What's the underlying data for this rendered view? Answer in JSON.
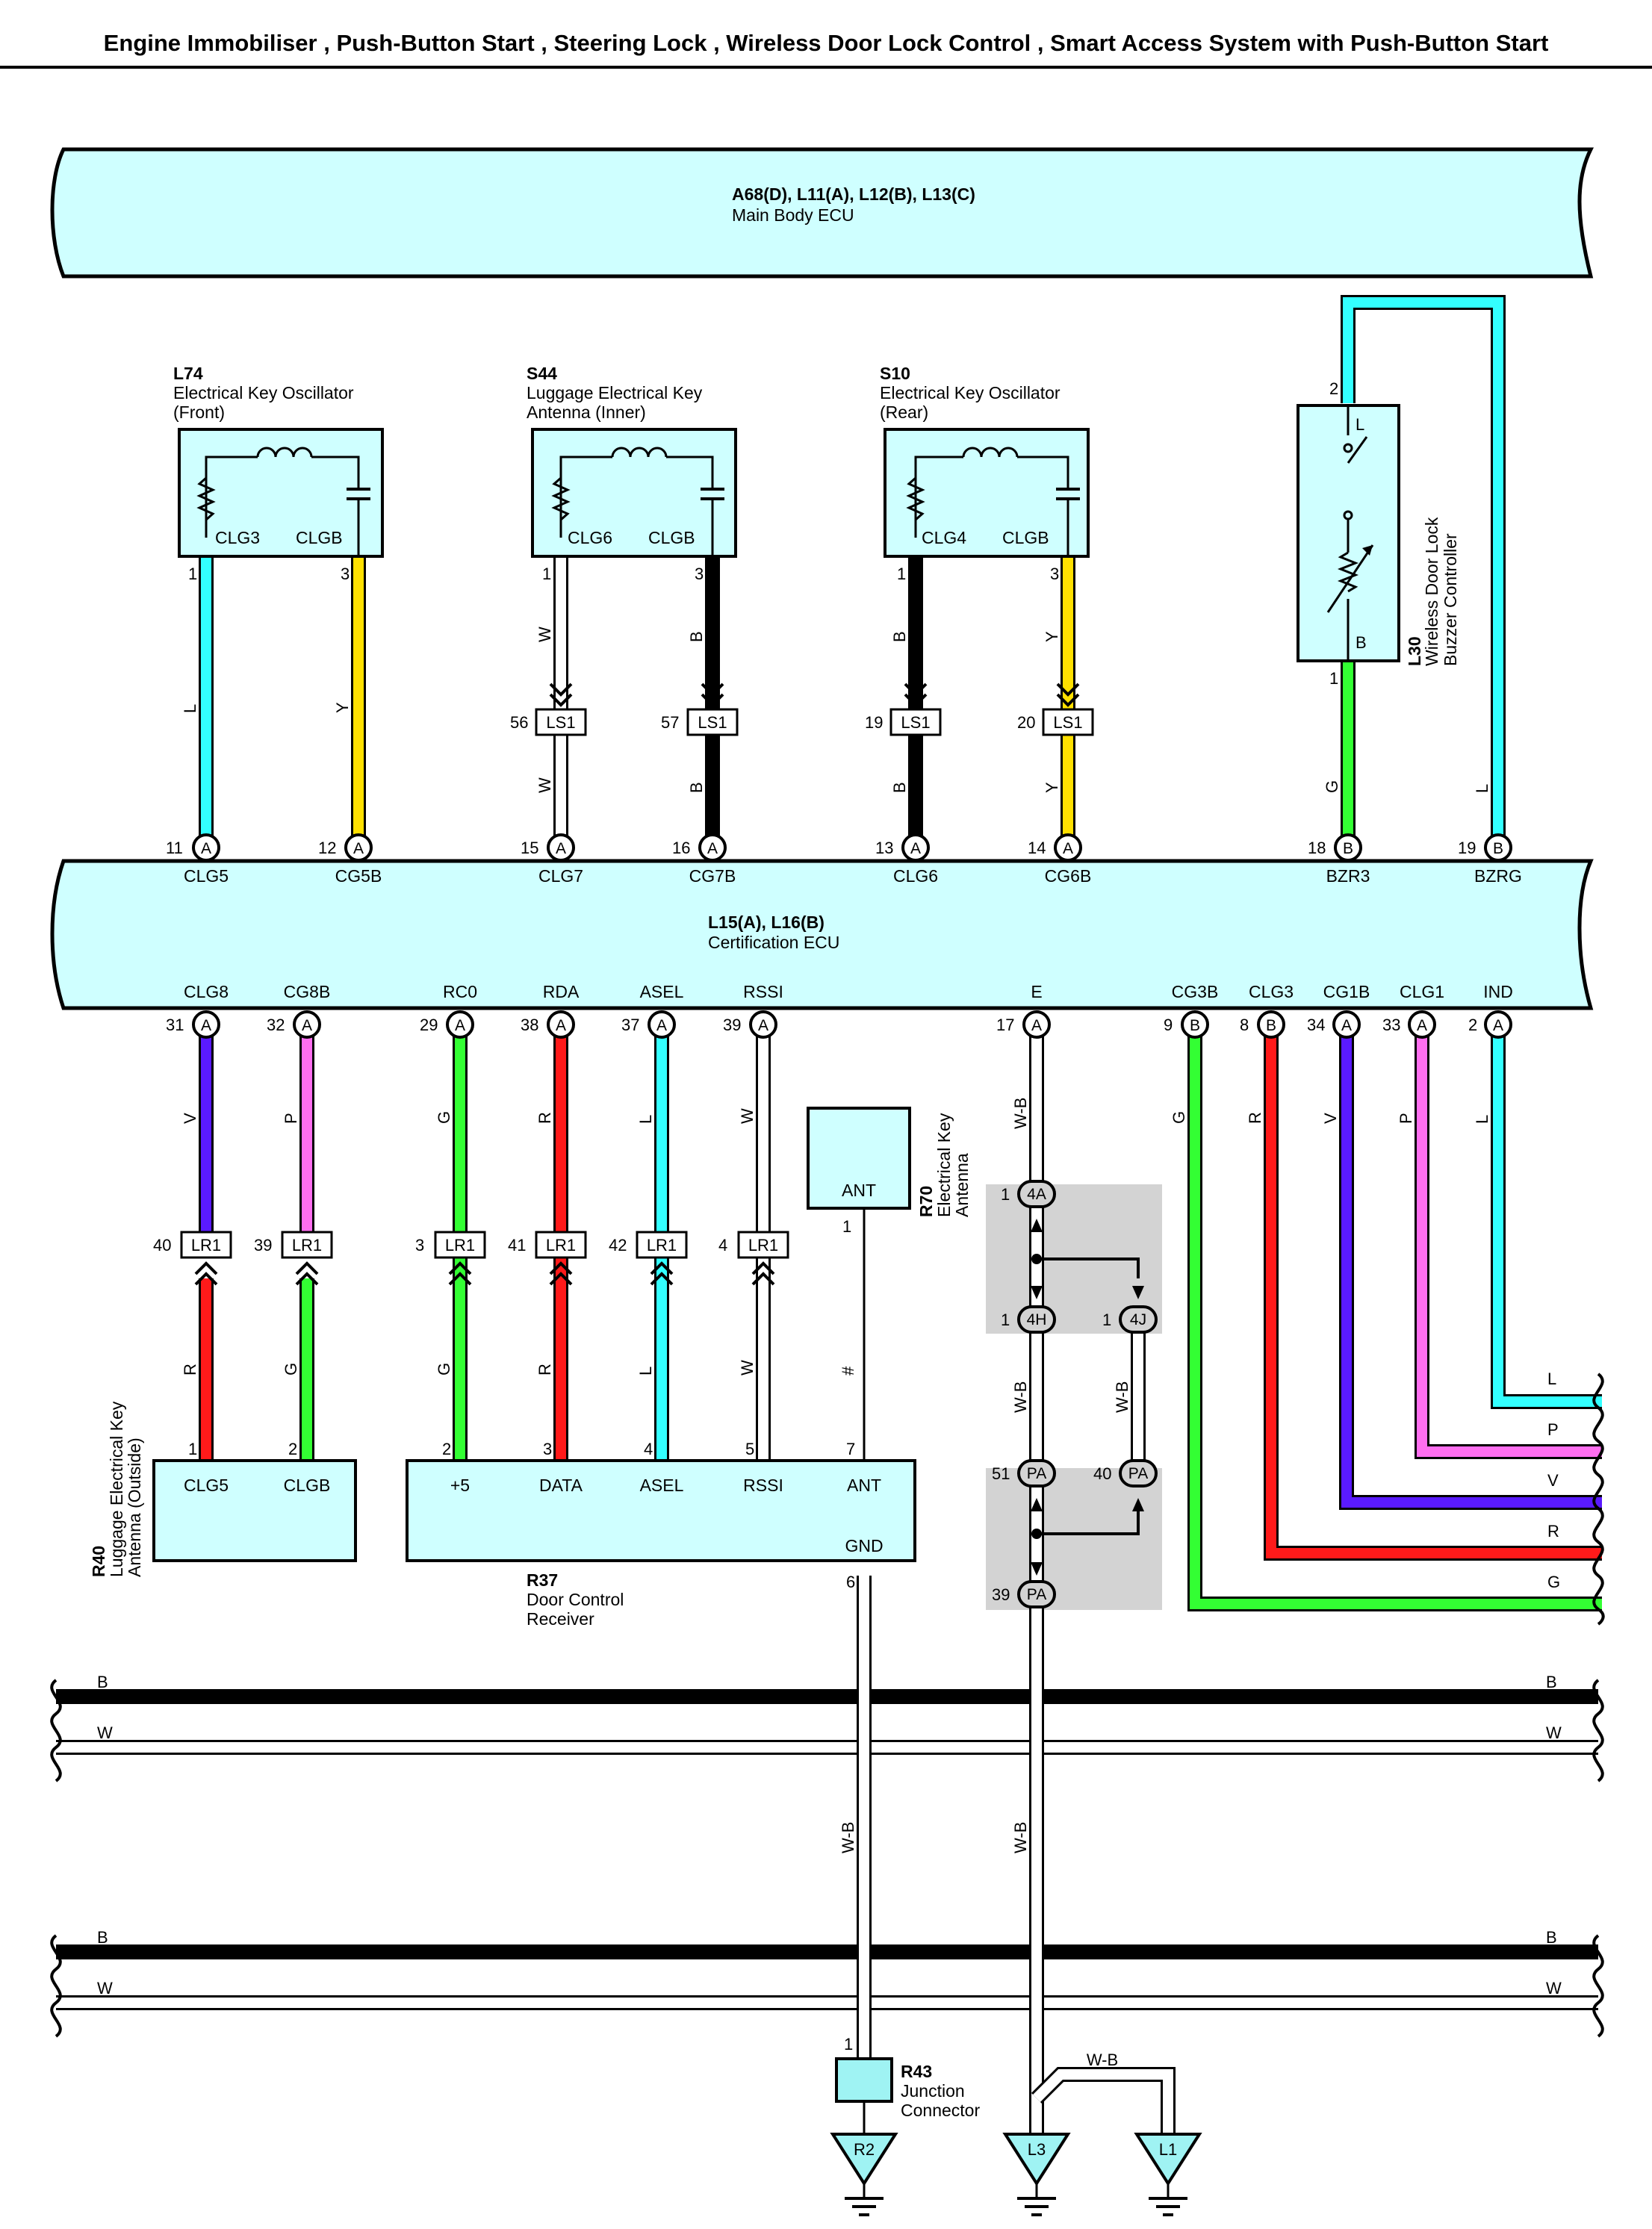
{
  "title": "Engine Immobiliser , Push-Button Start , Steering Lock , Wireless Door Lock Control , Smart Access System with Push-Button Start",
  "colors": {
    "box_fill": "#cfffff",
    "ground_fill": "#9ff3f3",
    "connector_bg": "#d3d3d3",
    "wire": {
      "L": "#33ffff",
      "Y": "#ffe000",
      "B": "#000000",
      "W": "#ffffff",
      "G": "#33ff33",
      "V": "#5a1aff",
      "P": "#ff6ef0",
      "R": "#ff1a1a",
      "W-B": "#ffffff"
    }
  },
  "main_body_ecu": {
    "code": "A68(D), L11(A), L12(B), L13(C)",
    "name": "Main Body ECU"
  },
  "cert_ecu": {
    "code": "L15(A), L16(B)",
    "name": "Certification ECU",
    "top_pins": [
      {
        "num": "11",
        "conn": "A",
        "label": "CLG5"
      },
      {
        "num": "12",
        "conn": "A",
        "label": "CG5B"
      },
      {
        "num": "15",
        "conn": "A",
        "label": "CLG7"
      },
      {
        "num": "16",
        "conn": "A",
        "label": "CG7B"
      },
      {
        "num": "13",
        "conn": "A",
        "label": "CLG6"
      },
      {
        "num": "14",
        "conn": "A",
        "label": "CG6B"
      },
      {
        "num": "18",
        "conn": "B",
        "label": "BZR3"
      },
      {
        "num": "19",
        "conn": "B",
        "label": "BZRG"
      }
    ],
    "bottom_pins": [
      {
        "num": "31",
        "conn": "A",
        "label": "CLG8"
      },
      {
        "num": "32",
        "conn": "A",
        "label": "CG8B"
      },
      {
        "num": "29",
        "conn": "A",
        "label": "RC0"
      },
      {
        "num": "38",
        "conn": "A",
        "label": "RDA"
      },
      {
        "num": "37",
        "conn": "A",
        "label": "ASEL"
      },
      {
        "num": "39",
        "conn": "A",
        "label": "RSSI"
      },
      {
        "num": "17",
        "conn": "A",
        "label": "E"
      },
      {
        "num": "9",
        "conn": "B",
        "label": "CG3B"
      },
      {
        "num": "8",
        "conn": "B",
        "label": "CLG3"
      },
      {
        "num": "34",
        "conn": "A",
        "label": "CG1B"
      },
      {
        "num": "33",
        "conn": "A",
        "label": "CLG1"
      },
      {
        "num": "2",
        "conn": "A",
        "label": "IND"
      }
    ]
  },
  "oscillators": [
    {
      "code": "L74",
      "name_line1": "Electrical Key Oscillator",
      "name_line2": "(Front)",
      "pin_a": "CLG3",
      "pin_b": "CLGB",
      "num_a": "1",
      "num_b": "3",
      "wire_a": "L",
      "wire_b": "Y",
      "inline": null
    },
    {
      "code": "S44",
      "name_line1": "Luggage Electrical Key",
      "name_line2": "Antenna (Inner)",
      "pin_a": "CLG6",
      "pin_b": "CLGB",
      "num_a": "1",
      "num_b": "3",
      "wire_a": "W",
      "wire_b": "B",
      "inline": {
        "conn": "LS1",
        "num_a": "56",
        "num_b": "57"
      }
    },
    {
      "code": "S10",
      "name_line1": "Electrical Key Oscillator",
      "name_line2": "(Rear)",
      "pin_a": "CLG4",
      "pin_b": "CLGB",
      "num_a": "1",
      "num_b": "3",
      "wire_a": "B",
      "wire_b": "Y",
      "inline": {
        "conn": "LS1",
        "num_a": "19",
        "num_b": "20"
      }
    }
  ],
  "buzzer": {
    "code": "L30",
    "name_line1": "Wireless Door Lock",
    "name_line2": "Buzzer Controller",
    "pin_top": "L",
    "pin_bottom": "B",
    "num_top": "2",
    "num_bottom": "1",
    "wire_top": "L",
    "wire_bottom": "G"
  },
  "lower_wires": {
    "clg8": {
      "color_top": "V",
      "color_bottom": "R",
      "lr_num": "40"
    },
    "cg8b": {
      "color_top": "P",
      "color_bottom": "G",
      "lr_num": "39"
    },
    "rc0": {
      "color_top": "G",
      "color_bottom": "G",
      "lr_num": "3"
    },
    "rda": {
      "color_top": "R",
      "color_bottom": "R",
      "lr_num": "41"
    },
    "asel": {
      "color_top": "L",
      "color_bottom": "L",
      "lr_num": "42"
    },
    "rssi": {
      "color_top": "W",
      "color_bottom": "W",
      "lr_num": "4"
    },
    "lr_conn": "LR1",
    "ant_wire": "#",
    "e_wire": "W-B"
  },
  "r40": {
    "code": "R40",
    "name_line1": "Luggage Electrical Key",
    "name_line2": "Antenna (Outside)",
    "pin_a": "CLG5",
    "pin_b": "CLGB",
    "num_a": "1",
    "num_b": "2"
  },
  "r37": {
    "code": "R37",
    "name_line1": "Door Control",
    "name_line2": "Receiver",
    "pins": [
      {
        "label": "+5",
        "num": "2"
      },
      {
        "label": "DATA",
        "num": "3"
      },
      {
        "label": "ASEL",
        "num": "4"
      },
      {
        "label": "RSSI",
        "num": "5"
      },
      {
        "label": "ANT",
        "num": "7"
      }
    ],
    "gnd_label": "GND",
    "gnd_num": "6"
  },
  "r70": {
    "code": "R70",
    "name_line1": "Electrical Key",
    "name_line2": "Antenna",
    "pin": "ANT",
    "num": "1"
  },
  "junctions": {
    "j4a": {
      "num": "1",
      "conn": "4A"
    },
    "j4h": {
      "num": "1",
      "conn": "4H"
    },
    "j4j": {
      "num": "1",
      "conn": "4J"
    },
    "pa51": {
      "num": "51",
      "conn": "PA"
    },
    "pa40": {
      "num": "40",
      "conn": "PA"
    },
    "pa39": {
      "num": "39",
      "conn": "PA"
    },
    "wire_label": "W-B"
  },
  "right_outputs": [
    "L",
    "P",
    "V",
    "R",
    "G"
  ],
  "bus": {
    "b": "B",
    "w": "W"
  },
  "r43": {
    "code": "R43",
    "name_line1": "Junction",
    "name_line2": "Connector",
    "num": "1"
  },
  "grounds": [
    "R2",
    "L3",
    "L1"
  ]
}
